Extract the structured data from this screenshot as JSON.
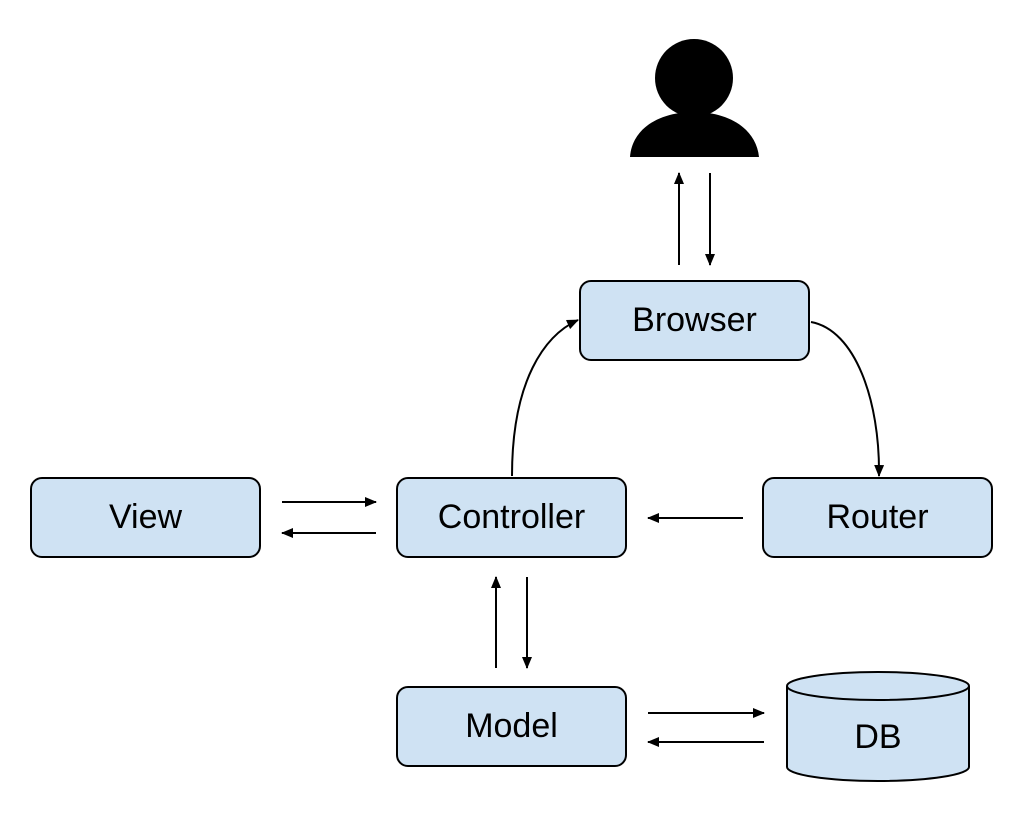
{
  "nodes": {
    "browser": "Browser",
    "view": "View",
    "controller": "Controller",
    "router": "Router",
    "model": "Model",
    "db": "DB"
  },
  "icons": {
    "user": "user-icon",
    "database": "database-icon"
  },
  "colors": {
    "node_fill": "#cfe2f3",
    "stroke": "#000000"
  }
}
